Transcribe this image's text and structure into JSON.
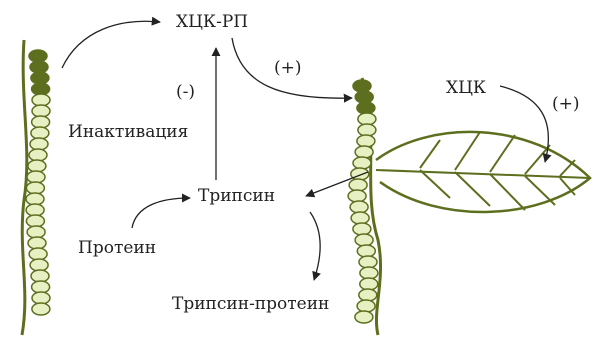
{
  "labels": {
    "hck_rp": "ХЦК-РП",
    "plus_top": "(+)",
    "minus": "(-)",
    "inactivation": "Инактивация",
    "hck": "ХЦК",
    "plus_right": "(+)",
    "trypsin": "Трипсин",
    "protein": "Протеин",
    "trypsin_protein": "Трипсин-протеин"
  },
  "colors": {
    "stem": "#5d6f1f",
    "cell_fill": "#e6f0c2",
    "cell_dark": "#5d6f1f",
    "arrow": "#222222"
  }
}
